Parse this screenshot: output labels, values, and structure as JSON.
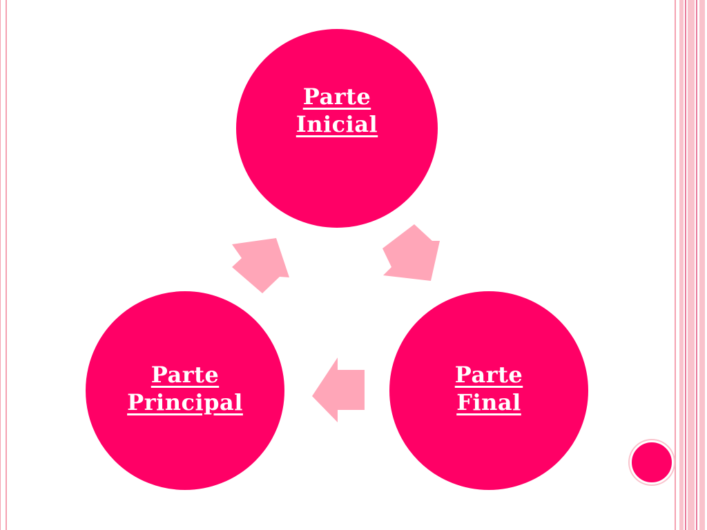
{
  "colors": {
    "background": "#ffffff",
    "node_fill": "#ff0066",
    "arrow_fill": "#ffa6b8",
    "border_light": "#f9c2cc",
    "border_mid": "#f4a0b0",
    "border_dark": "#e8789a",
    "dot_fill": "#ff0066"
  },
  "diagram": {
    "nodes": [
      {
        "id": "inicial",
        "label": "Parte\nInicial"
      },
      {
        "id": "final",
        "label": "Parte\nFinal"
      },
      {
        "id": "principal",
        "label": "Parte\nPrincipal"
      }
    ],
    "arrows": [
      {
        "from": "inicial",
        "to": "final"
      },
      {
        "from": "final",
        "to": "principal"
      },
      {
        "from": "principal",
        "to": "inicial"
      }
    ]
  }
}
